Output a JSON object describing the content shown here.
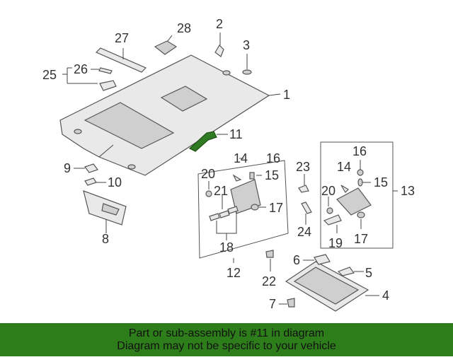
{
  "callouts": {
    "c1": "1",
    "c2": "2",
    "c3": "3",
    "c4": "4",
    "c5": "5",
    "c6": "6",
    "c7": "7",
    "c8": "8",
    "c9": "9",
    "c10": "10",
    "c11": "11",
    "c12": "12",
    "c13": "13",
    "c14a": "14",
    "c14b": "14",
    "c15a": "15",
    "c15b": "15",
    "c16a": "16",
    "c16b": "16",
    "c17a": "17",
    "c17b": "17",
    "c18": "18",
    "c19": "19",
    "c20a": "20",
    "c20b": "20",
    "c21": "21",
    "c22": "22",
    "c23": "23",
    "c24": "24",
    "c25": "25",
    "c26": "26",
    "c27": "27",
    "c28": "28"
  },
  "highlight": {
    "part": "11",
    "color": "#2f7a22"
  },
  "banner": {
    "line1": "Part or sub-assembly is #11 in diagram",
    "line2": "Diagram may not be specific to your vehicle",
    "color": "#2e7d1b"
  }
}
